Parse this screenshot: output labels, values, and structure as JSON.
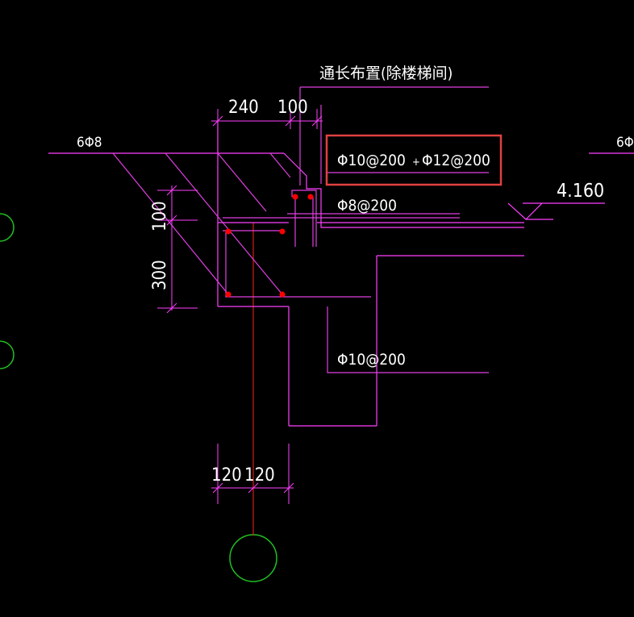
{
  "colors": {
    "background": "#000000",
    "magenta": "#ff3fff",
    "rebar_magenta": "#e040e0",
    "red_center": "#ff2020",
    "red_box": "#e04040",
    "green": "#20c020",
    "white": "#ffffff",
    "rebar_dot": "#ff0000"
  },
  "labels": {
    "note_full_length": "通长布置(除楼梯间)",
    "dim_240": "240",
    "dim_100_top": "100",
    "rebar_6phi8_left": "6Φ8",
    "rebar_6phi8_right": "6Φ",
    "boxed_rebar_1": "Φ10@200",
    "boxed_rebar_plus": "+",
    "boxed_rebar_2": "Φ12@200",
    "stirrup": "Φ8@200",
    "elevation": "4.160",
    "dim_100_side": "100",
    "dim_300_side": "300",
    "lower_rebar": "Φ10@200",
    "dim_120_a": "120",
    "dim_120_b": "120"
  }
}
